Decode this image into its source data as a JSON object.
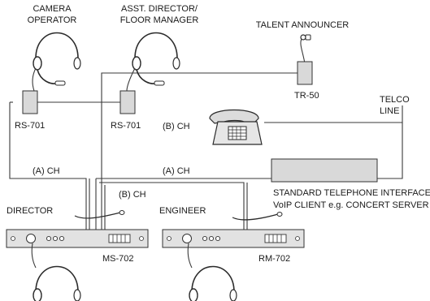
{
  "labels": {
    "camera_operator": [
      "CAMERA",
      "OPERATOR"
    ],
    "asst_director": [
      "ASST. DIRECTOR/",
      "FLOOR MANAGER"
    ],
    "talent_announcer": "TALENT ANNOUNCER",
    "telco_line": [
      "TELCO",
      "LINE"
    ],
    "rs701_left": "RS-701",
    "rs701_right": "RS-701",
    "tr50": "TR-50",
    "b_ch_upper": "(B) CH",
    "a_ch_left": "(A) CH",
    "a_ch_right": "(A) CH",
    "b_ch_lower": "(B) CH",
    "telephone_interface": [
      "STANDARD TELEPHONE INTERFACE OR",
      "VoIP CLIENT e.g. CONCERT SERVER"
    ],
    "director": "DIRECTOR",
    "engineer": "ENGINEER",
    "ms702": "MS-702",
    "rm702": "RM-702"
  },
  "colors": {
    "line": "#3a3a3a",
    "device_fill": "#d9d9d9",
    "text": "#1a1a1a"
  }
}
